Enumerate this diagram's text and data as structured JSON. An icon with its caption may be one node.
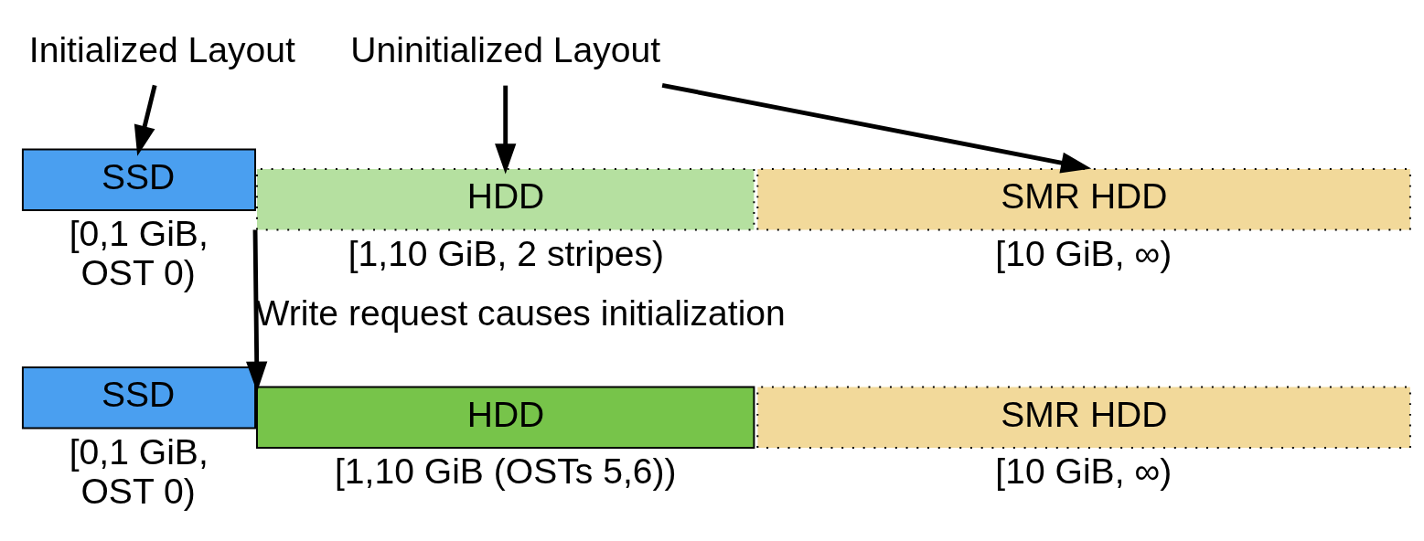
{
  "diagram": {
    "nodes": [
      {
        "text": [
          "Initialized Layout"
        ]
      },
      {
        "text": [
          "Uninitialized Layout"
        ]
      },
      {
        "text": [
          "SSD"
        ],
        "beside": [
          "[0,1 GiB, OST 0)"
        ]
      },
      {
        "text": [
          "HDD"
        ],
        "beside": [
          "[1,10 GiB, 2 stripes)"
        ]
      },
      {
        "text": [
          "SMR HDD"
        ],
        "beside": [
          "[10 GiB, ∞)"
        ]
      },
      {
        "text": [
          "SSD"
        ],
        "beside": [
          "[0,1 GiB, OST 0)"
        ]
      },
      {
        "text": [
          "HDD"
        ],
        "beside": [
          "[1,10 GiB (OSTs 5,6))"
        ]
      },
      {
        "text": [
          "SMR HDD"
        ],
        "beside": [
          "[10 GiB, ∞)"
        ]
      }
    ],
    "edges": [
      {
        "from": 0,
        "to": 2,
        "arrow": "to"
      },
      {
        "from": 1,
        "to": 3,
        "arrow": "to"
      },
      {
        "from": 1,
        "to": 4,
        "arrow": "to"
      },
      {
        "from": 3,
        "to": 6,
        "arrow": "to",
        "label": "Write request causes initialization"
      }
    ]
  }
}
